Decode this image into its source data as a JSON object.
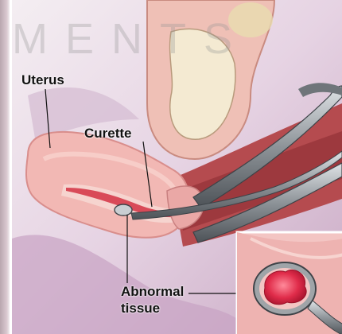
{
  "labels": {
    "uterus": "Uterus",
    "curette": "Curette",
    "abnormal_line1": "Abnormal",
    "abnormal_line2": "tissue"
  },
  "watermark": "MENTS",
  "colors": {
    "uterine_wall": "#f2b8b4",
    "lining": "#d94a58",
    "instrument": "#8a8f94",
    "background": "#e9d8e6",
    "abnormal_tissue": "#e02c4a"
  },
  "icons": [
    "curette-instrument",
    "speculum-instrument",
    "magnifier-inset"
  ]
}
